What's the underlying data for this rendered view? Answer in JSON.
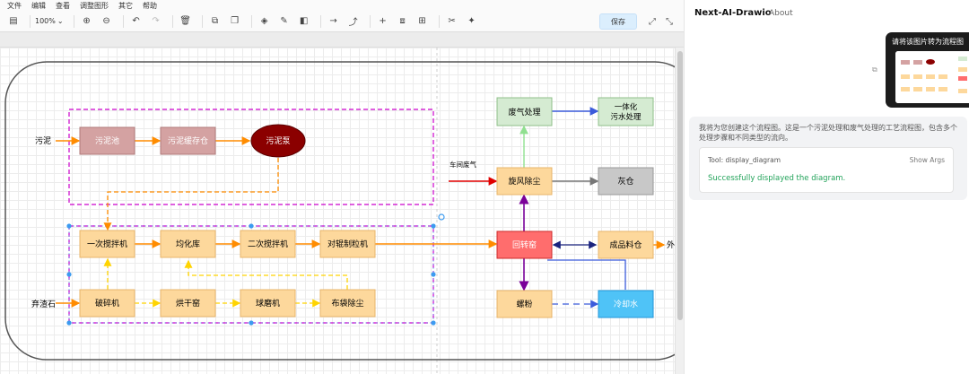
{
  "menu": [
    "文件",
    "编辑",
    "查看",
    "调整图形",
    "其它",
    "帮助"
  ],
  "toolbar": {
    "zoom": "100%",
    "save_label": "保存"
  },
  "colors": {
    "pink": "#d4a2a2",
    "orange_box": "#fdd89c",
    "red_ellipse": "#8b0000",
    "green_box": "#d5ebd2",
    "gray_box": "#c8c8c8",
    "red_box": "#ff6d6d",
    "blue_box": "#4fc3f7",
    "orange_line": "#ff8c00",
    "yellow_dash": "#ffd400",
    "purple_dash": "#cc00cc",
    "blue_line": "#3b5bdb",
    "gray_line": "#777777",
    "green_line": "#90e090",
    "dark_purple": "#7a0099",
    "dark_blue": "#1a237e"
  },
  "diagram": {
    "inputs": {
      "sludge": "污泥",
      "waste_rock": "弃渣石",
      "workshop_gas": "车间废气",
      "output": "外"
    },
    "nodes": {
      "sludge_pool": "污泥池",
      "sludge_storage": "污泥缓存仓",
      "sludge_pump": "污泥泵",
      "mixer1": "一次搅拌机",
      "homogenizer": "均化库",
      "mixer2": "二次搅拌机",
      "granulator": "对辊制粒机",
      "crusher": "破碎机",
      "dryer": "烘干窑",
      "ball_mill": "球磨机",
      "bag_filter": "布袋除尘",
      "gas_treatment": "废气处理",
      "integrated": "一体化\n污水处理",
      "cyclone": "旋风除尘",
      "ash": "灰仓",
      "kiln": "回转窑",
      "product": "成品料仓",
      "slag": "螺粉",
      "cooling": "冷却水"
    }
  },
  "chat": {
    "title": "Next-AI-Drawio",
    "about": "About",
    "user_message": "请将该图片转为流程图",
    "assistant_message": "我将为您创建这个流程图。这是一个污泥处理和废气处理的工艺流程图，包含多个处理步骤和不同类型的流向。",
    "tool_label": "Tool: display_diagram",
    "tool_args": "Show Args",
    "tool_status": "Successfully displayed the diagram."
  }
}
